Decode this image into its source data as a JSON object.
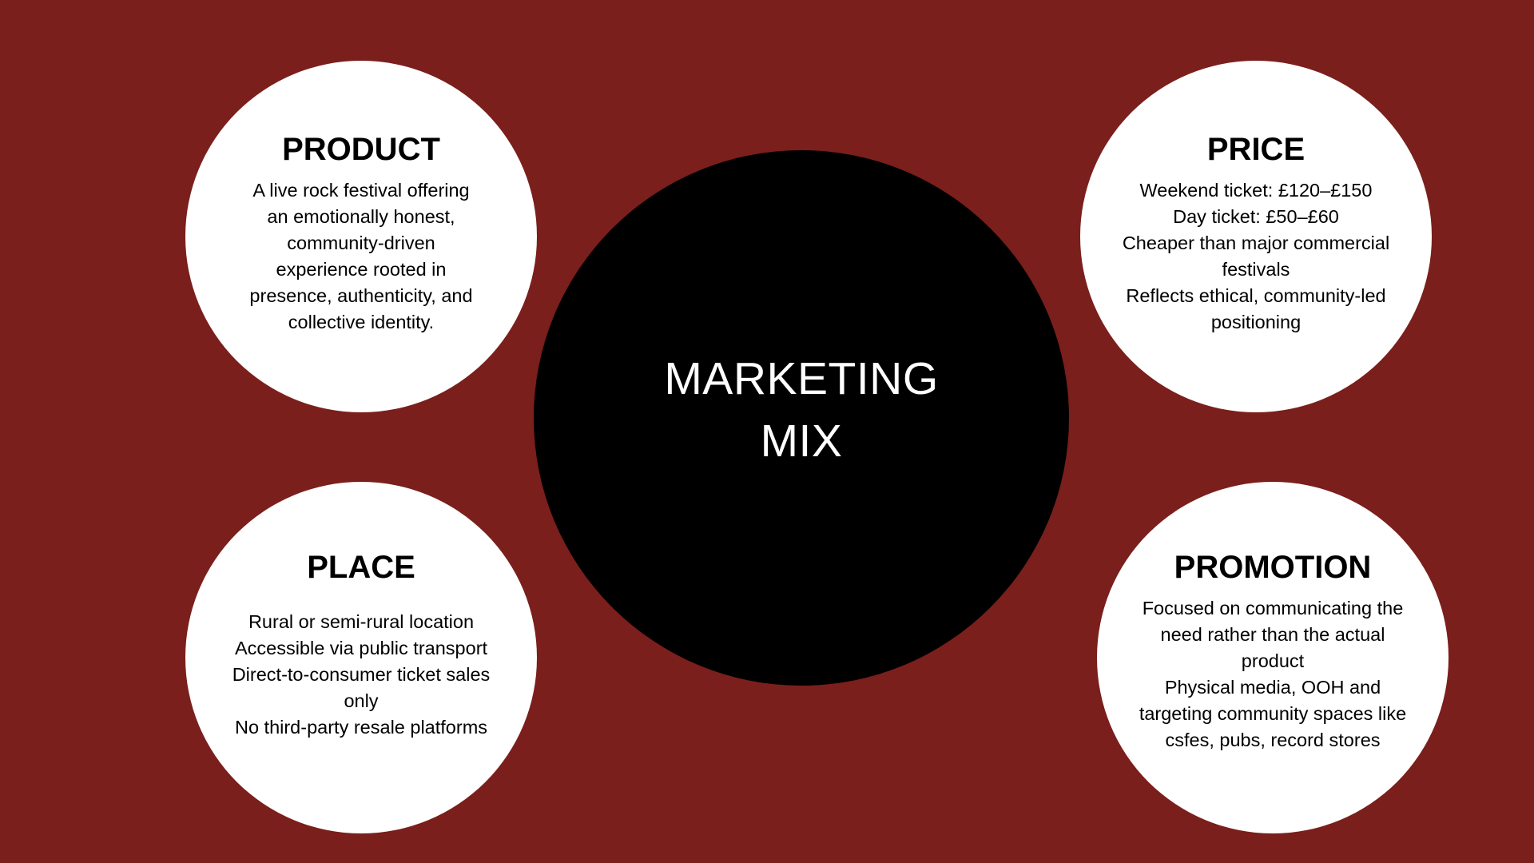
{
  "colors": {
    "background": "#7a1f1c",
    "center_circle": "#000000",
    "outer_circles": "#ffffff"
  },
  "center": {
    "title_line1": "MARKETING",
    "title_line2": "MIX"
  },
  "product": {
    "heading": "PRODUCT",
    "lines": [
      "A live rock festival offering",
      "an emotionally honest,",
      "community-driven",
      "experience rooted in",
      "presence, authenticity, and",
      "collective identity."
    ]
  },
  "price": {
    "heading": "PRICE",
    "lines": [
      "Weekend ticket: £120–£150",
      "Day ticket: £50–£60",
      "Cheaper than major commercial",
      "festivals",
      "Reflects ethical, community-led",
      "positioning"
    ]
  },
  "place": {
    "heading": "PLACE",
    "lines": [
      "Rural or semi-rural location",
      "Accessible via public transport",
      "Direct-to-consumer ticket sales",
      "only",
      "No third-party resale platforms"
    ]
  },
  "promotion": {
    "heading": "PROMOTION",
    "lines": [
      "Focused on communicating the",
      "need rather than the actual",
      "product",
      "Physical media, OOH and",
      "targeting community spaces like",
      "csfes, pubs, record stores"
    ]
  }
}
